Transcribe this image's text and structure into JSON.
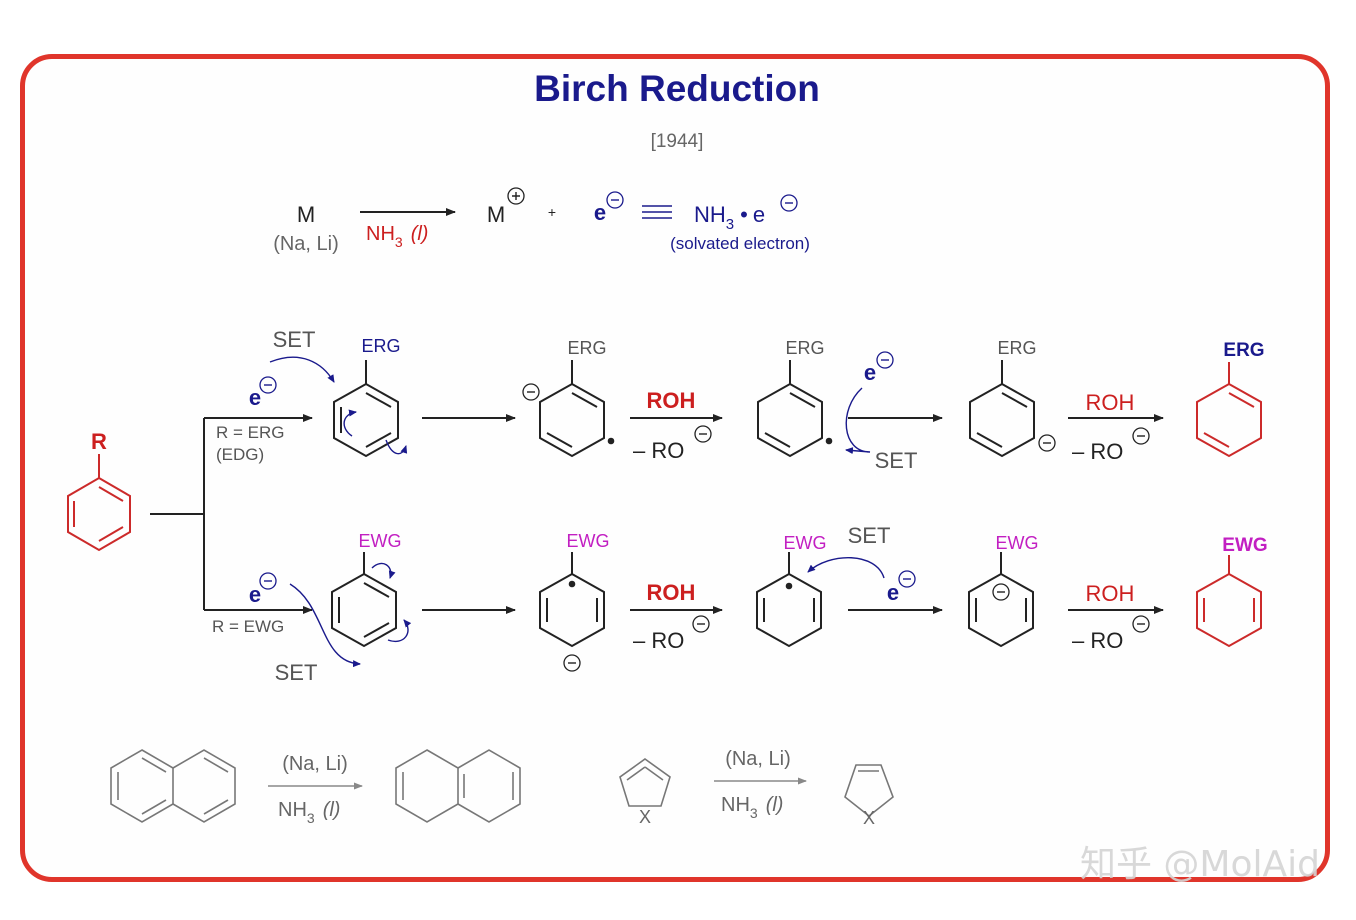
{
  "title": "Birch Reduction",
  "year": "[1944]",
  "colors": {
    "frame": "#e0352b",
    "title": "#1a1a8c",
    "reagent_red": "#cc1f1f",
    "electron_blue": "#1a1a8c",
    "ewg_magenta": "#c21fc2",
    "gray_text": "#555555",
    "ring_red": "#cc2a2a"
  },
  "metal_eq": {
    "metal": "M",
    "metal_examples": "(Na, Li)",
    "reagent_main": "NH",
    "reagent_sub": "3",
    "reagent_state": "(l)",
    "cation": "M",
    "plus": "+",
    "electron": "e",
    "nh3_main": "NH",
    "nh3_sub": "3",
    "bullet": "•",
    "solvated": "(solvated electron)"
  },
  "erg_path": {
    "substituent": "R",
    "electron": "e",
    "set": "SET",
    "condition": "R = ERG",
    "condition2": "(EDG)",
    "group": "ERG",
    "proton_source": "ROH",
    "leaving_main": "– RO"
  },
  "ewg_path": {
    "electron": "e",
    "set": "SET",
    "condition": "R = EWG",
    "group": "EWG",
    "proton_source": "ROH",
    "leaving_main": "– RO"
  },
  "examples": {
    "metals": "(Na, Li)",
    "reagent_main": "NH",
    "reagent_sub": "3",
    "reagent_state": "(l)",
    "heteroatom": "X"
  },
  "watermark": "知乎 @MolAid"
}
